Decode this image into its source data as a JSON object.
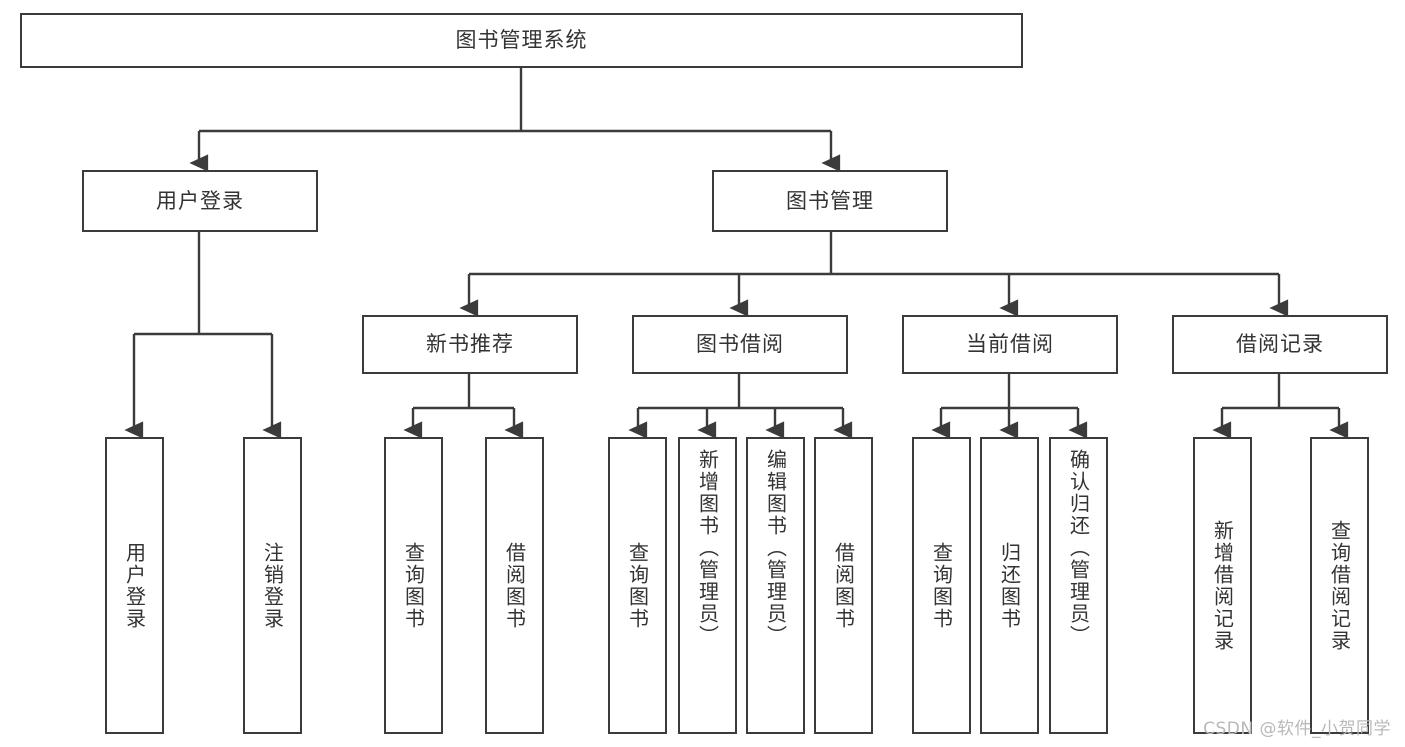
{
  "diagram": {
    "title": "图书管理系统",
    "type": "tree-hierarchy",
    "watermark": "CSDN @软件_小贺同学",
    "colors": {
      "stroke": "#3b3b3b",
      "text": "#333333",
      "background": "#ffffff",
      "watermark": "#b9b9b9"
    },
    "root": {
      "label": "图书管理系统"
    },
    "level2": [
      {
        "label": "用户登录"
      },
      {
        "label": "图书管理"
      }
    ],
    "level3": [
      {
        "label": "新书推荐"
      },
      {
        "label": "图书借阅"
      },
      {
        "label": "当前借阅"
      },
      {
        "label": "借阅记录"
      }
    ],
    "leaves": {
      "user_login": [
        {
          "label": "用户登录"
        },
        {
          "label": "注销登录"
        }
      ],
      "new_book_recommend": [
        {
          "label": "查询图书"
        },
        {
          "label": "借阅图书"
        }
      ],
      "book_borrow": [
        {
          "label": "查询图书"
        },
        {
          "label": "新增图书（管理员）"
        },
        {
          "label": "编辑图书（管理员）"
        },
        {
          "label": "借阅图书"
        }
      ],
      "current_borrow": [
        {
          "label": "查询图书"
        },
        {
          "label": "归还图书"
        },
        {
          "label": "确认归还（管理员）"
        }
      ],
      "borrow_record": [
        {
          "label": "新增借阅记录"
        },
        {
          "label": "查询借阅记录"
        }
      ]
    }
  }
}
